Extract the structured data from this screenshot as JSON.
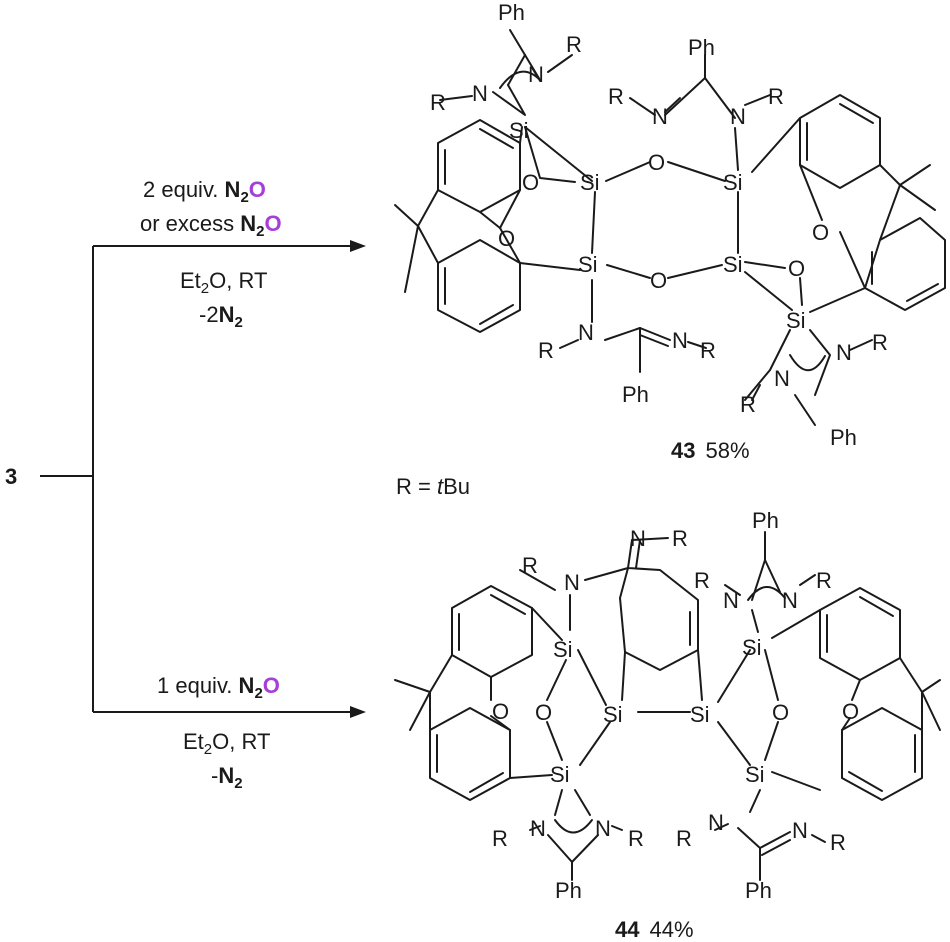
{
  "colors": {
    "si_blue": "#2f55d4",
    "si_red": "#e8231f",
    "oxygen": "#a63fd8",
    "black": "#1a1a1a"
  },
  "reactant": {
    "label": "3"
  },
  "upper_route": {
    "line1": {
      "prefix": "2 equiv. ",
      "n": "N",
      "sub": "2",
      "o": "O"
    },
    "line2": {
      "prefix": "or excess ",
      "n": "N",
      "sub": "2",
      "o": "O"
    },
    "line3": {
      "a": "Et",
      "sub": "2",
      "b": "O, RT"
    },
    "line4": {
      "prefix": "-2",
      "n": "N",
      "sub": "2"
    }
  },
  "lower_route": {
    "line1": {
      "prefix": "1 equiv. ",
      "n": "N",
      "sub": "2",
      "o": "O"
    },
    "line2": {
      "a": "Et",
      "sub": "2",
      "b": "O, RT"
    },
    "line3": {
      "prefix": "-",
      "n": "N",
      "sub": "2"
    }
  },
  "r_definition": {
    "text": "R = ",
    "italic": "t",
    "rest": "Bu"
  },
  "product_43": {
    "number": "43",
    "yield": "58%"
  },
  "product_44": {
    "number": "44",
    "yield": "44%"
  },
  "atoms": {
    "si": "Si",
    "o": "O",
    "n": "N",
    "r": "R",
    "ph": "Ph"
  }
}
